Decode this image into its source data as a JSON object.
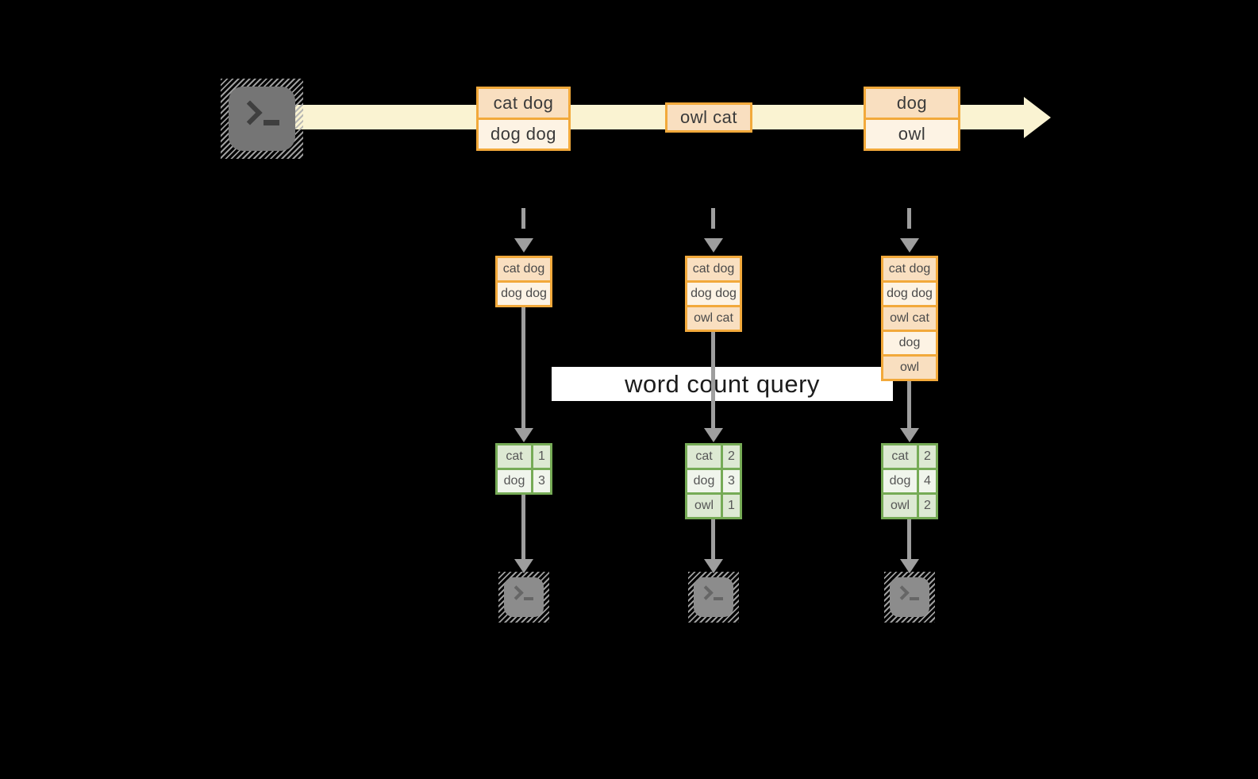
{
  "colors": {
    "stream_band": "#FAF3D2",
    "box_border": "#F2A93B",
    "cell_dark": "#F9DFC0",
    "cell_light": "#FDF3E4",
    "table_border": "#76AB56",
    "row_dark": "#DDE9D3",
    "row_light": "#F0F5EC",
    "arrow_gray": "#9E9E9E",
    "banner_bg": "#FFFFFF",
    "term_dark": "#757575",
    "term_light": "#8C8C8C"
  },
  "stream": {
    "source_icon": "terminal-icon",
    "events": [
      {
        "lines": [
          "cat dog",
          "dog dog"
        ]
      },
      {
        "lines": [
          "owl cat"
        ]
      },
      {
        "lines": [
          "dog",
          "owl"
        ]
      }
    ]
  },
  "query": {
    "label": "word count query"
  },
  "columns": [
    {
      "state": [
        "cat dog",
        "dog dog"
      ],
      "counts": [
        {
          "word": "cat",
          "count": "1"
        },
        {
          "word": "dog",
          "count": "3"
        }
      ],
      "sink_icon": "terminal-icon"
    },
    {
      "state": [
        "cat dog",
        "dog dog",
        "owl cat"
      ],
      "counts": [
        {
          "word": "cat",
          "count": "2"
        },
        {
          "word": "dog",
          "count": "3"
        },
        {
          "word": "owl",
          "count": "1"
        }
      ],
      "sink_icon": "terminal-icon"
    },
    {
      "state": [
        "cat dog",
        "dog dog",
        "owl cat",
        "dog",
        "owl"
      ],
      "counts": [
        {
          "word": "cat",
          "count": "2"
        },
        {
          "word": "dog",
          "count": "4"
        },
        {
          "word": "owl",
          "count": "2"
        }
      ],
      "sink_icon": "terminal-icon"
    }
  ]
}
